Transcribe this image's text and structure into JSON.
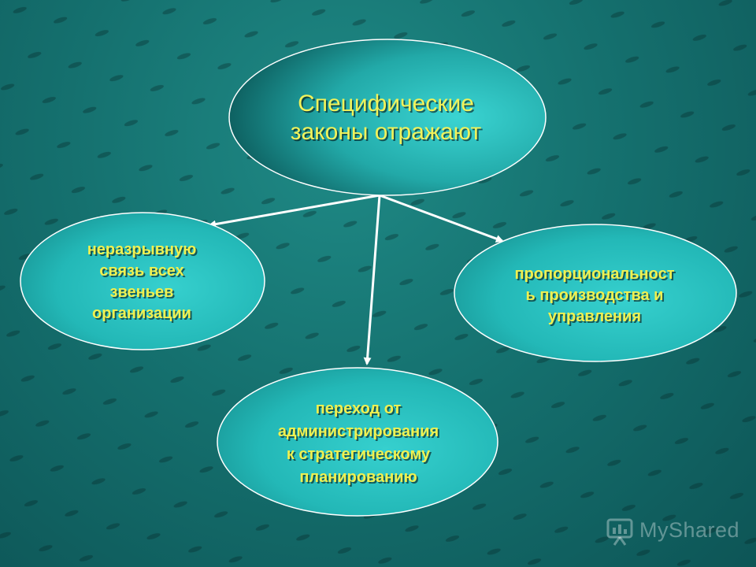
{
  "diagram": {
    "root": {
      "label": "Специфические\nзаконы отражают"
    },
    "children": [
      {
        "id": "left",
        "label": "неразрывную\nсвязь всех\nзвеньев\nорганизации"
      },
      {
        "id": "bottom",
        "label": "переход от\nадминистрирования\nк стратегическому\nпланированию"
      },
      {
        "id": "right",
        "label": "пропорциональност\nь производства и\nуправления"
      }
    ]
  },
  "watermark": {
    "text": "MyShared"
  },
  "colors": {
    "background": "#15716f",
    "ellipse_light": "#3ad4d2",
    "ellipse_dark": "#0c5a5a",
    "root_text": "#f2f25a",
    "child_text": "#f0f050",
    "arrow": "#ffffff"
  }
}
